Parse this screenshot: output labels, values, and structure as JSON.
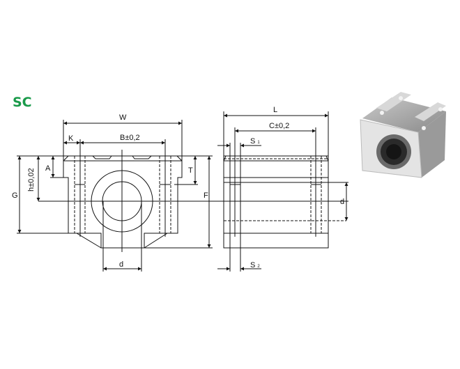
{
  "title": "SC",
  "front_view": {
    "W": "W",
    "K": "K",
    "B": "B±0,2",
    "A": "A",
    "h": "h±0,02",
    "G": "G",
    "T": "T",
    "F": "F",
    "d": "d"
  },
  "side_view": {
    "L": "L",
    "C": "C±0,2",
    "S1": "S",
    "S1_sub": "1",
    "S2": "S",
    "S2_sub": "2",
    "d": "d"
  },
  "colors": {
    "title": "#1a9a4a",
    "line": "#111111"
  }
}
